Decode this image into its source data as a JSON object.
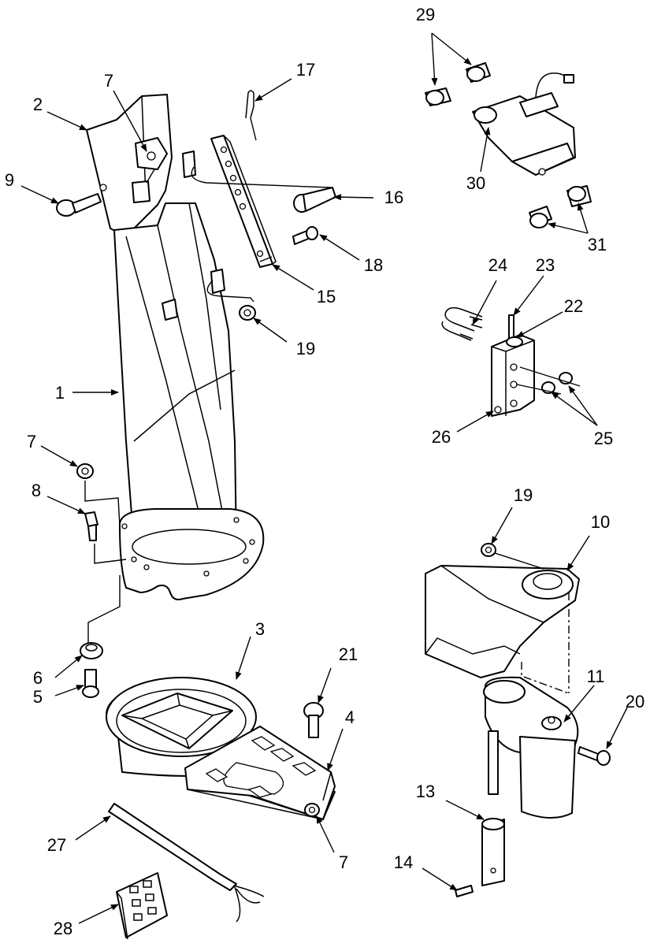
{
  "callouts": [
    "1",
    "2",
    "3",
    "4",
    "5",
    "6",
    "7",
    "8",
    "9",
    "10",
    "11",
    "13",
    "14",
    "15",
    "16",
    "17",
    "18",
    "19",
    "20",
    "21",
    "22",
    "23",
    "24",
    "25",
    "26",
    "27",
    "28",
    "29",
    "30",
    "31"
  ]
}
